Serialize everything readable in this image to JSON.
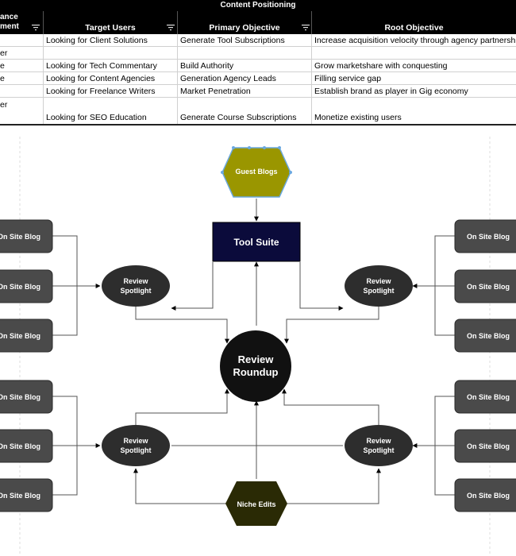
{
  "sheet": {
    "title": "Content Positioning",
    "columns": [
      "ance\nment",
      "Target Users",
      "Primary Objective",
      "Root Objective"
    ],
    "rows": [
      {
        "c0": "",
        "c1": "Looking for Client Solutions",
        "c2": "Generate Tool Subscriptions",
        "c3": "Increase acquisition velocity through agency partnerships"
      },
      {
        "c0": "er",
        "c1": "",
        "c2": "",
        "c3": ""
      },
      {
        "c0": "e",
        "c1": "Looking for Tech Commentary",
        "c2": "Build Authority",
        "c3": "Grow marketshare with conquesting"
      },
      {
        "c0": "e",
        "c1": "Looking for Content Agencies",
        "c2": "Generation Agency Leads",
        "c3": "Filling service gap"
      },
      {
        "c0": "",
        "c1": "Looking for Freelance Writers",
        "c2": "Market Penetration",
        "c3": "Establish brand as player in Gig economy"
      },
      {
        "c0": "er",
        "c1": "Looking for SEO Education",
        "c2": "Generate Course Subscriptions",
        "c3": "Monetize existing users"
      }
    ]
  },
  "diagram": {
    "guest": "Guest Blogs",
    "tool": "Tool Suite",
    "hub_line1": "Review",
    "hub_line2": "Roundup",
    "spot_line1": "Review",
    "spot_line2": "Spotlight",
    "blog": "On Site Blog",
    "niche": "Niche Edits",
    "colors": {
      "guest": "#9a9600",
      "tool": "#0b0b3b",
      "dark": "#2d2d2d",
      "blog": "#4a4a4a",
      "niche": "#2a2a05"
    }
  }
}
